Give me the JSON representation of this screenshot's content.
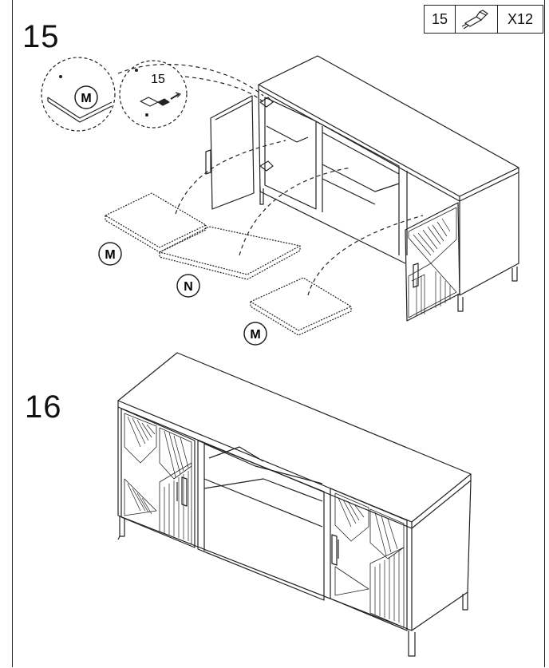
{
  "step15": {
    "number": "15"
  },
  "step16": {
    "number": "16"
  },
  "part_box": {
    "ref": "15",
    "icon": "dowel-screw-icon",
    "quantity": "X12"
  },
  "callouts": {
    "screw_ref": "15"
  },
  "panel_labels": {
    "shelf_top_left": "M",
    "shelf_middle": "N",
    "shelf_bottom": "M",
    "detail_shelf": "M"
  },
  "colors": {
    "line": "#222222",
    "background": "#ffffff"
  }
}
